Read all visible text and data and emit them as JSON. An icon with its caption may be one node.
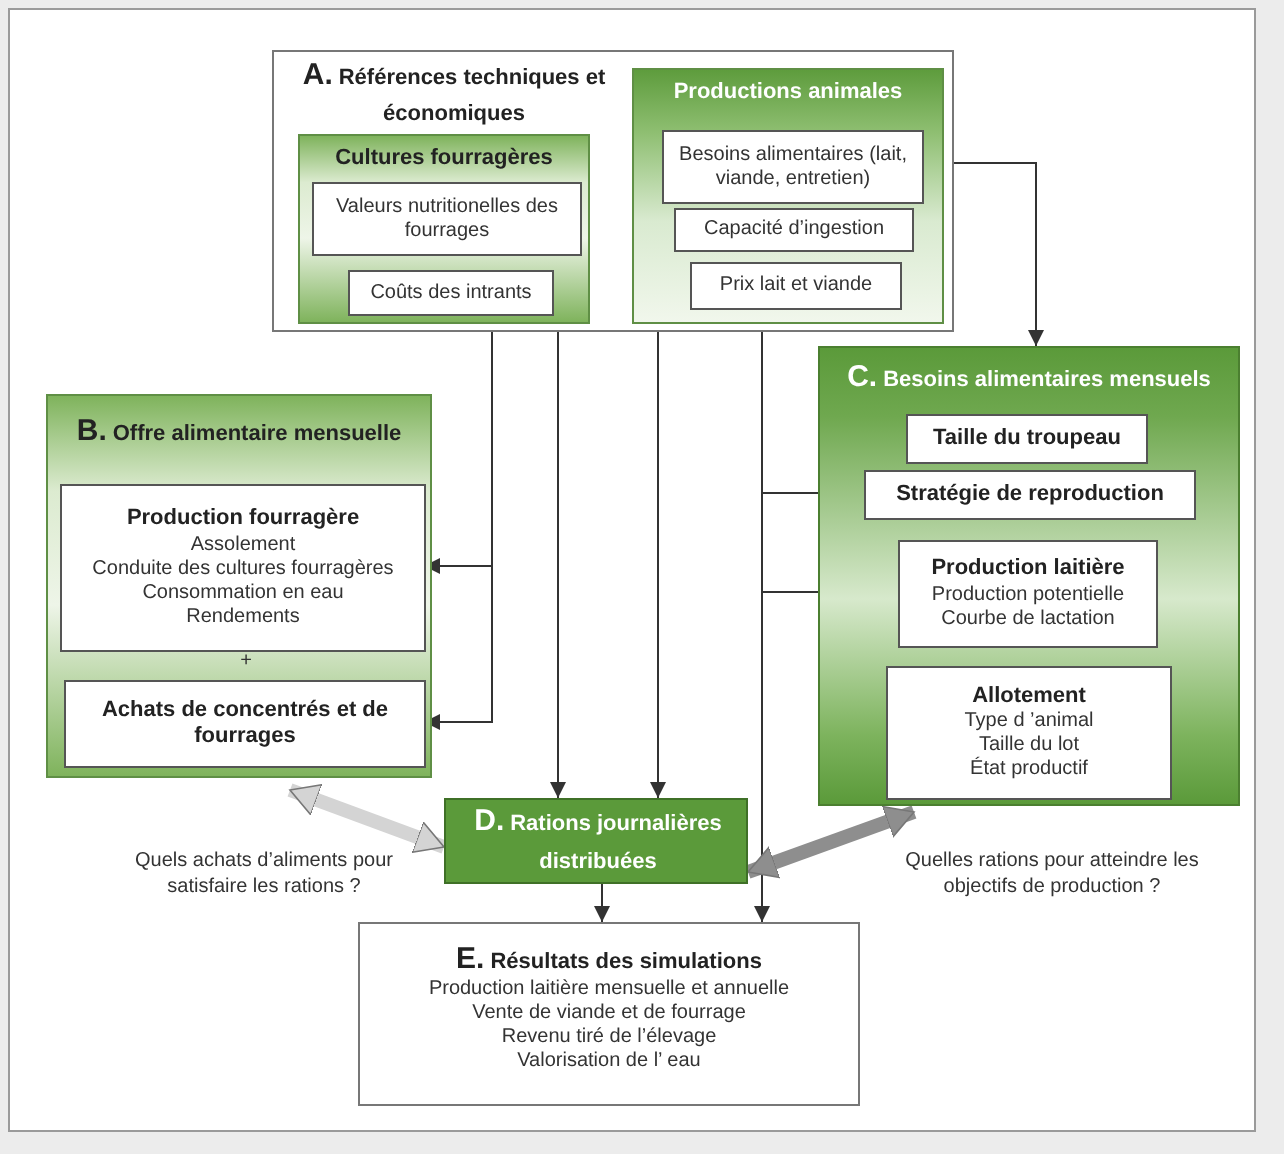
{
  "diagram": {
    "nodes": [
      {
        "text": [
          "A.",
          "Références techniques et économiques"
        ]
      },
      {
        "text": [
          "Cultures fourragères"
        ],
        "in": 0
      },
      {
        "text": [
          "Valeurs nutritionelles des fourrages"
        ],
        "in": 1
      },
      {
        "text": [
          "Coûts des intrants"
        ],
        "in": 1
      },
      {
        "text": [
          "Productions animales"
        ],
        "in": 0
      },
      {
        "text": [
          "Besoins alimentaires (lait, viande, entretien)"
        ],
        "in": 4
      },
      {
        "text": [
          "Capacité d’ingestion"
        ],
        "in": 4
      },
      {
        "text": [
          "Prix lait et viande"
        ],
        "in": 4
      },
      {
        "text": [
          "B.",
          "Offre alimentaire mensuelle"
        ]
      },
      {
        "text": [
          "Production fourragère",
          "Assolement",
          "Conduite des cultures fourragères",
          "Consommation en eau",
          "Rendements"
        ],
        "in": 8
      },
      {
        "text": [
          "Achats de concentrés et de fourrages"
        ],
        "in": 8
      },
      {
        "text": [
          "C.",
          "Besoins alimentaires mensuels"
        ]
      },
      {
        "text": [
          "Taille du troupeau"
        ],
        "in": 11
      },
      {
        "text": [
          "Stratégie de reproduction"
        ],
        "in": 11
      },
      {
        "text": [
          "Production laitière",
          "Production potentielle",
          "Courbe de lactation"
        ],
        "in": 11
      },
      {
        "text": [
          "Allotement",
          "Type d ’animal",
          "Taille du lot",
          "État productif"
        ],
        "in": 11
      },
      {
        "text": [
          "D.",
          "Rations journalières distribuées"
        ]
      },
      {
        "text": [
          "E.",
          "Résultats des simulations",
          "Production laitière mensuelle et annuelle",
          "Vente de viande et de fourrage",
          "Revenu tiré de l’élevage",
          "Valorisation de l’ eau"
        ]
      }
    ],
    "edges": [
      {
        "from": 5,
        "to": 11,
        "arrow": "to"
      },
      {
        "from": 3,
        "to": 9,
        "arrow": "to"
      },
      {
        "from": 3,
        "to": 10,
        "arrow": "to"
      },
      {
        "from": 2,
        "to": 16,
        "arrow": "to"
      },
      {
        "from": 6,
        "to": 16,
        "arrow": "to"
      },
      {
        "from": 7,
        "to": 13,
        "arrow": "to"
      },
      {
        "from": 7,
        "to": 14,
        "arrow": "to"
      },
      {
        "from": 7,
        "to": 17,
        "arrow": "to"
      },
      {
        "from": 16,
        "to": 17,
        "arrow": "to"
      },
      {
        "from": 8,
        "to": 16,
        "arrow": "both",
        "style": "thick",
        "color": "#d4d4d4"
      },
      {
        "from": 16,
        "to": 11,
        "arrow": "both",
        "style": "thick",
        "color": "#8e8e8e"
      }
    ],
    "labels": [
      "+",
      "Quels achats d’aliments pour satisfaire les rations ?",
      "Quelles rations pour atteindre les objectifs de production ?"
    ]
  }
}
